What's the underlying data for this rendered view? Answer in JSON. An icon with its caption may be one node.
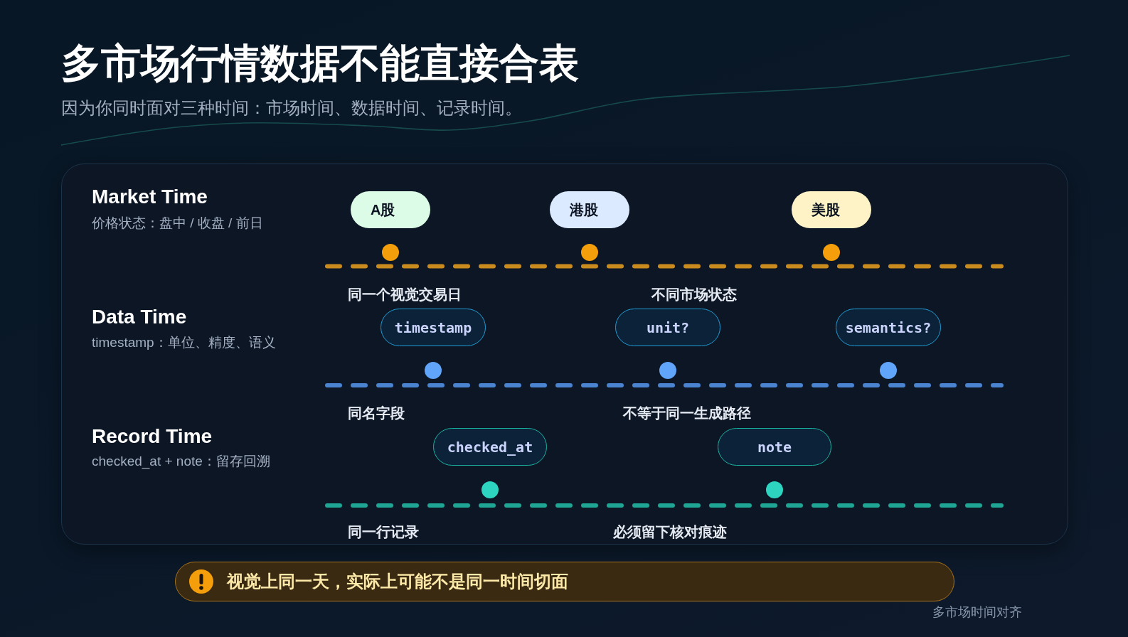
{
  "diagram": {
    "title": "多市场行情数据不能直接合表",
    "nodes": [
      {
        "text": [
          "Market Time",
          "价格状态：盘中 / 收盘 / 前日",
          "Data Time",
          "timestamp：单位、精度、语义",
          "Record Time",
          "checked_at + note：留存回溯"
        ]
      },
      {
        "text": [
          "A股"
        ],
        "in": 0
      },
      {
        "text": [
          "港股"
        ],
        "in": 0
      },
      {
        "text": [
          "美股"
        ],
        "in": 0
      },
      {
        "text": [
          "timestamp"
        ],
        "in": 0
      },
      {
        "text": [
          "unit?"
        ],
        "in": 0
      },
      {
        "text": [
          "semantics?"
        ],
        "in": 0
      },
      {
        "text": [
          "checked_at"
        ],
        "in": 0
      },
      {
        "text": [
          "note"
        ],
        "in": 0
      },
      {
        "text": [
          "视觉上同一天，实际上可能不是同一时间切面"
        ]
      }
    ],
    "labels": [
      "因为你同时面对三种时间：市场时间、数据时间、记录时间。",
      "同一个视觉交易日",
      "不同市场状态",
      "同名字段",
      "不等于同一生成路径",
      "同一行记录",
      "必须留下核对痕迹",
      "多市场时间对齐"
    ]
  }
}
